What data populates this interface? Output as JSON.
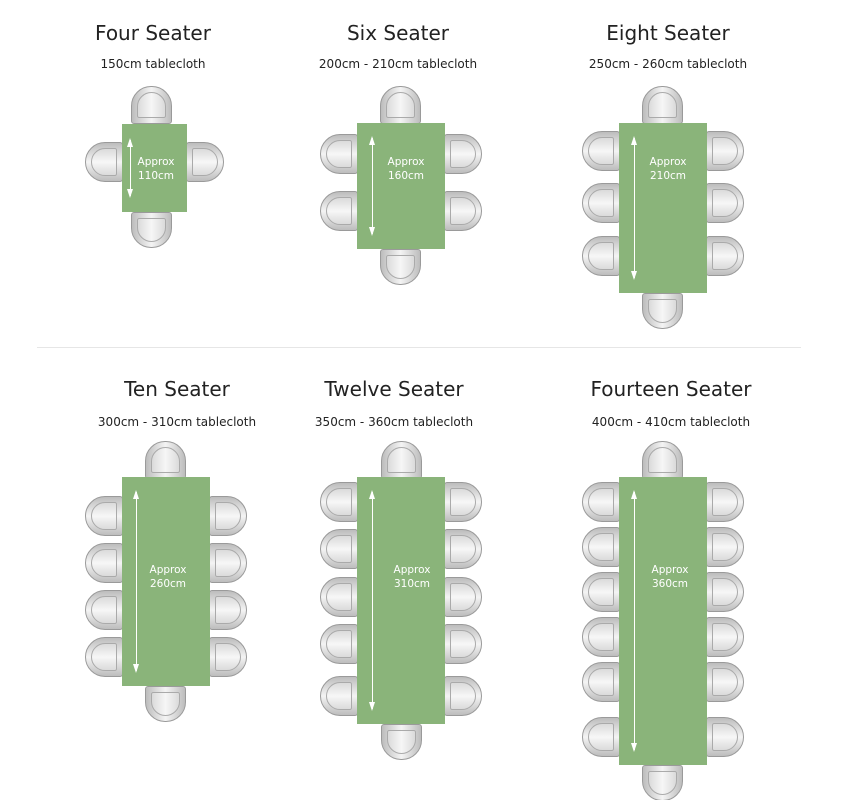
{
  "layouts": [
    {
      "title": "Four Seater",
      "tablecloth": "150cm tablecloth",
      "approx": "Approx",
      "length": "110cm",
      "seats": 4
    },
    {
      "title": "Six Seater",
      "tablecloth": "200cm - 210cm tablecloth",
      "approx": "Approx",
      "length": "160cm",
      "seats": 6
    },
    {
      "title": "Eight Seater",
      "tablecloth": "250cm - 260cm tablecloth",
      "approx": "Approx",
      "length": "210cm",
      "seats": 8
    },
    {
      "title": "Ten Seater",
      "tablecloth": "300cm - 310cm tablecloth",
      "approx": "Approx",
      "length": "260cm",
      "seats": 10
    },
    {
      "title": "Twelve Seater",
      "tablecloth": "350cm - 360cm tablecloth",
      "approx": "Approx",
      "length": "310cm",
      "seats": 12
    },
    {
      "title": "Fourteen Seater",
      "tablecloth": "400cm - 410cm tablecloth",
      "approx": "Approx",
      "length": "360cm",
      "seats": 14
    }
  ],
  "colors": {
    "table": "#8ab47a",
    "chair": "#c8c8c8"
  }
}
